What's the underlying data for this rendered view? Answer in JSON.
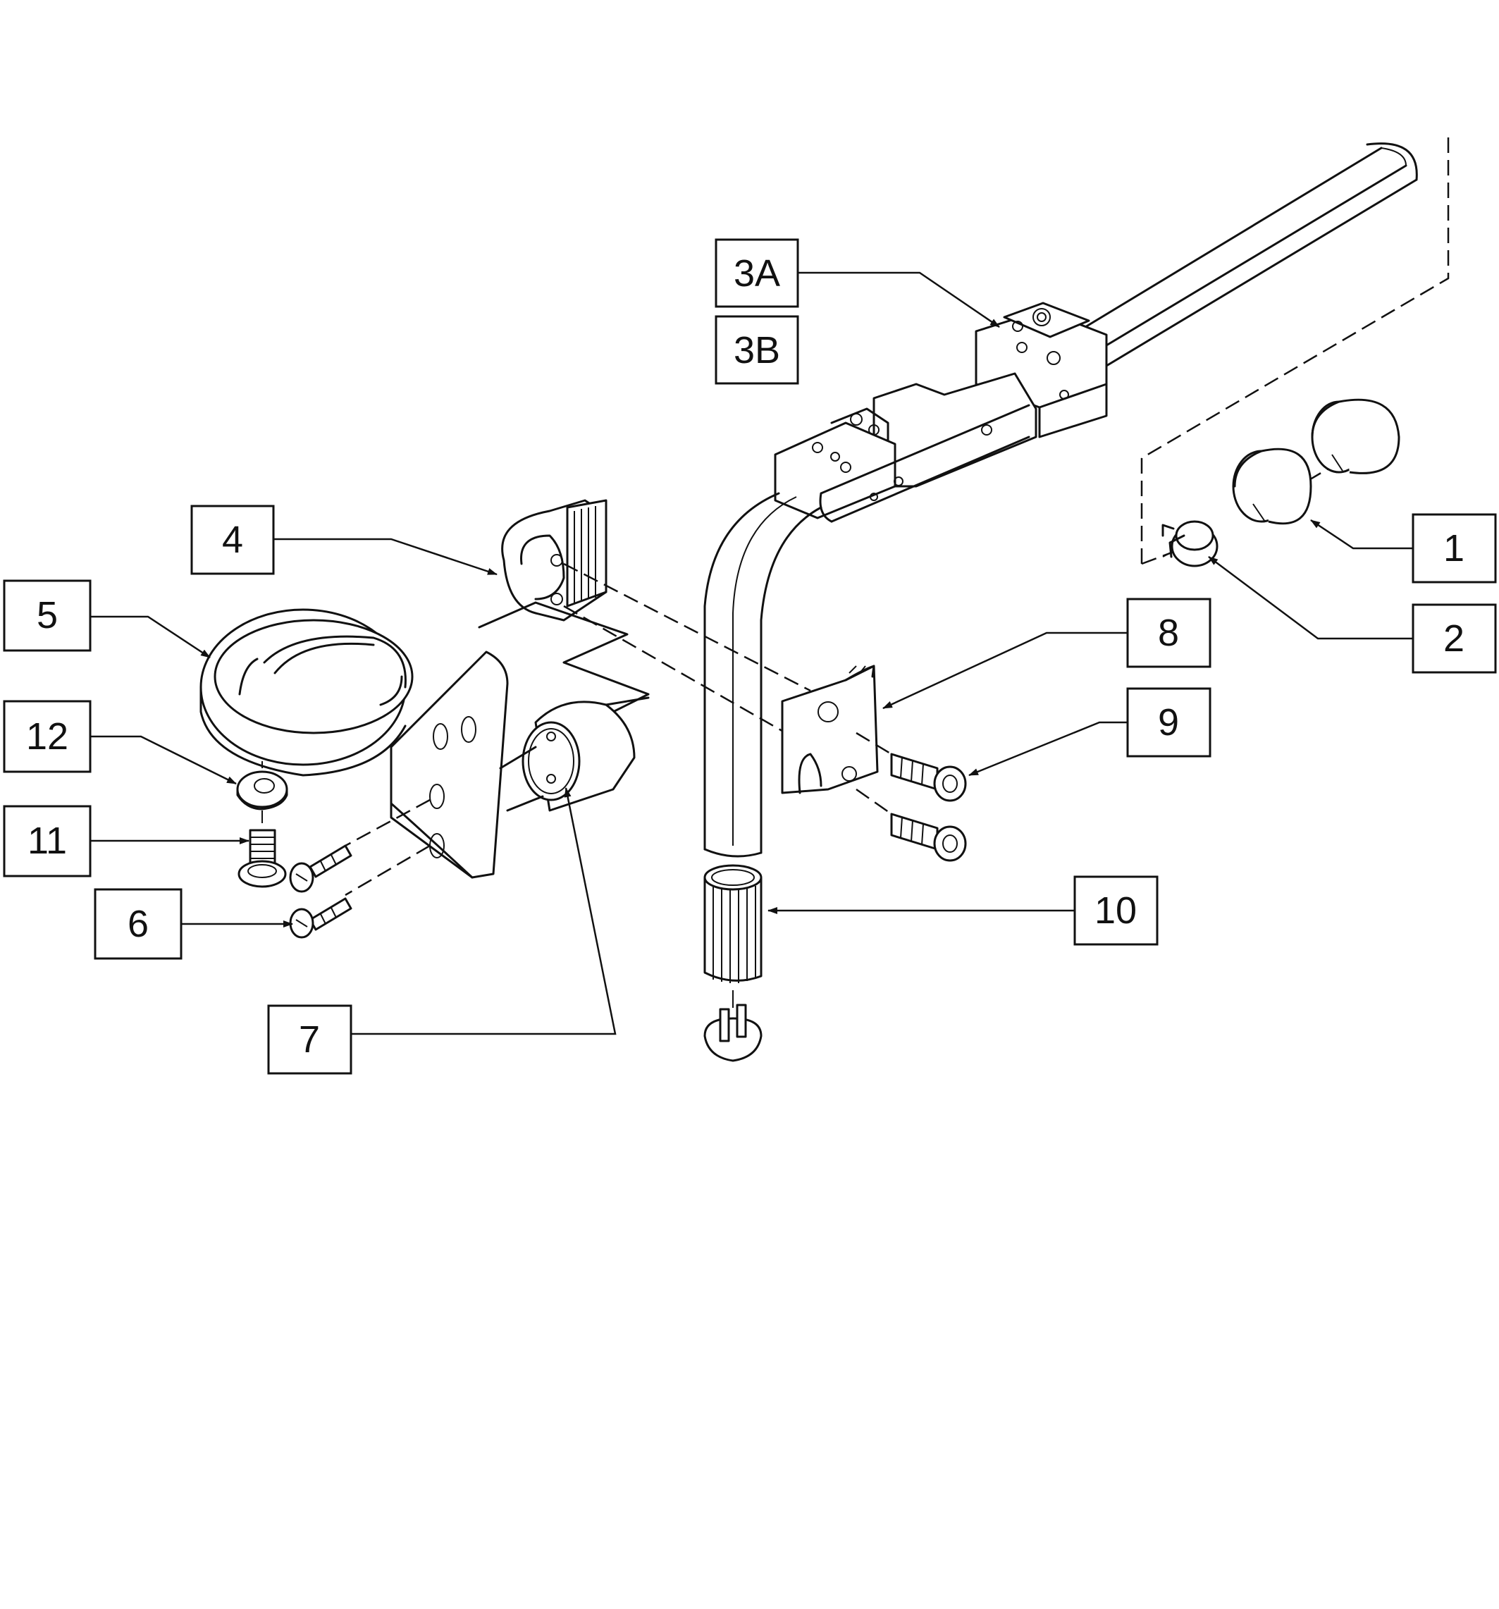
{
  "diagram": {
    "callouts": [
      {
        "id": "c1",
        "label": "1"
      },
      {
        "id": "c2",
        "label": "2"
      },
      {
        "id": "c3a",
        "label": "3A"
      },
      {
        "id": "c3b",
        "label": "3B"
      },
      {
        "id": "c4",
        "label": "4"
      },
      {
        "id": "c5",
        "label": "5"
      },
      {
        "id": "c6",
        "label": "6"
      },
      {
        "id": "c7",
        "label": "7"
      },
      {
        "id": "c8",
        "label": "8"
      },
      {
        "id": "c9",
        "label": "9"
      },
      {
        "id": "c10",
        "label": "10"
      },
      {
        "id": "c11",
        "label": "11"
      },
      {
        "id": "c12",
        "label": "12"
      }
    ],
    "colors": {
      "line": "#111111",
      "background": "#ffffff"
    }
  }
}
